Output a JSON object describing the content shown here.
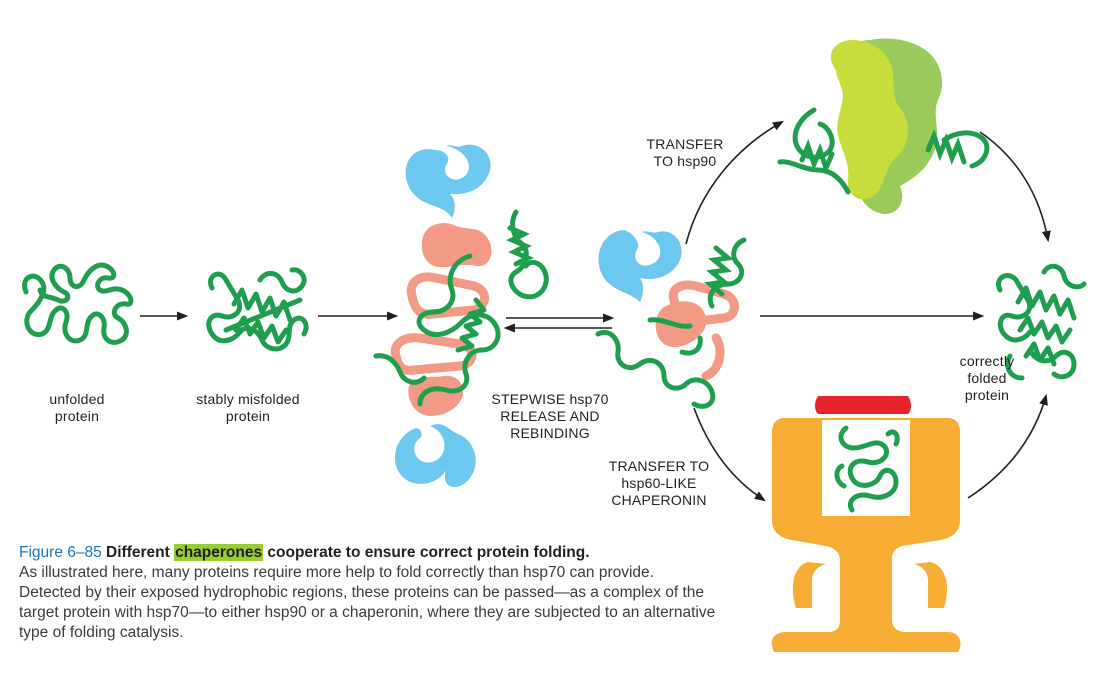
{
  "labels": {
    "unfolded": [
      "unfolded",
      "protein"
    ],
    "misfolded": [
      "stably misfolded",
      "protein"
    ],
    "stepwise": [
      "STEPWISE hsp70",
      "RELEASE AND",
      "REBINDING"
    ],
    "transfer_hsp90": [
      "TRANSFER",
      "TO hsp90"
    ],
    "transfer_chaperonin": [
      "TRANSFER TO",
      "hsp60-LIKE",
      "CHAPERONIN"
    ],
    "correct": [
      "correctly",
      "folded",
      "protein"
    ]
  },
  "caption": {
    "figure_number": "Figure 6–85",
    "title_pre": " Different ",
    "title_highlight": "chaperones",
    "title_post": " cooperate to ensure correct protein folding.",
    "body": "As illustrated here, many proteins require more help to fold correctly than hsp70 can provide. Detected by their exposed hydrophobic regions, these proteins can be passed—as a complex of the target protein with hsp70—to either hsp90 or a chaperonin, where they are subjected to an alternative type of folding catalysis."
  },
  "colors": {
    "protein_green": "#1f9e4e",
    "hsp70_blue": "#6cc8ee",
    "hsp70_salmon": "#f29a86",
    "hsp90_lime": "#c8dc3c",
    "hsp90_green": "#9acb5a",
    "chaperonin_orange": "#f7ac33",
    "chaperonin_cap_red": "#e8232b",
    "caption_blue": "#1b75bc",
    "highlight": "#9acd32"
  }
}
